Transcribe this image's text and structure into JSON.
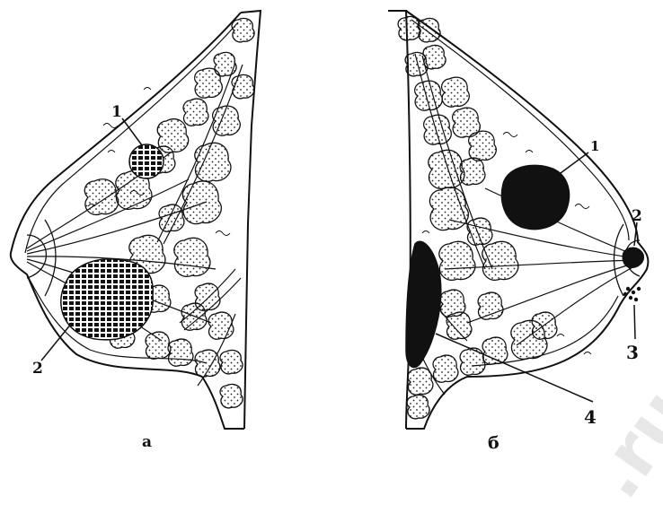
{
  "figure": {
    "panel_a": {
      "label": "а",
      "callouts": [
        "1",
        "2"
      ]
    },
    "panel_b": {
      "label": "б",
      "callouts": [
        "1",
        "2",
        "3",
        "4"
      ]
    }
  },
  "watermark": ".ru",
  "colors": {
    "ink": "#111111",
    "paper": "#ffffff",
    "watermark": "#bdbdbd"
  }
}
